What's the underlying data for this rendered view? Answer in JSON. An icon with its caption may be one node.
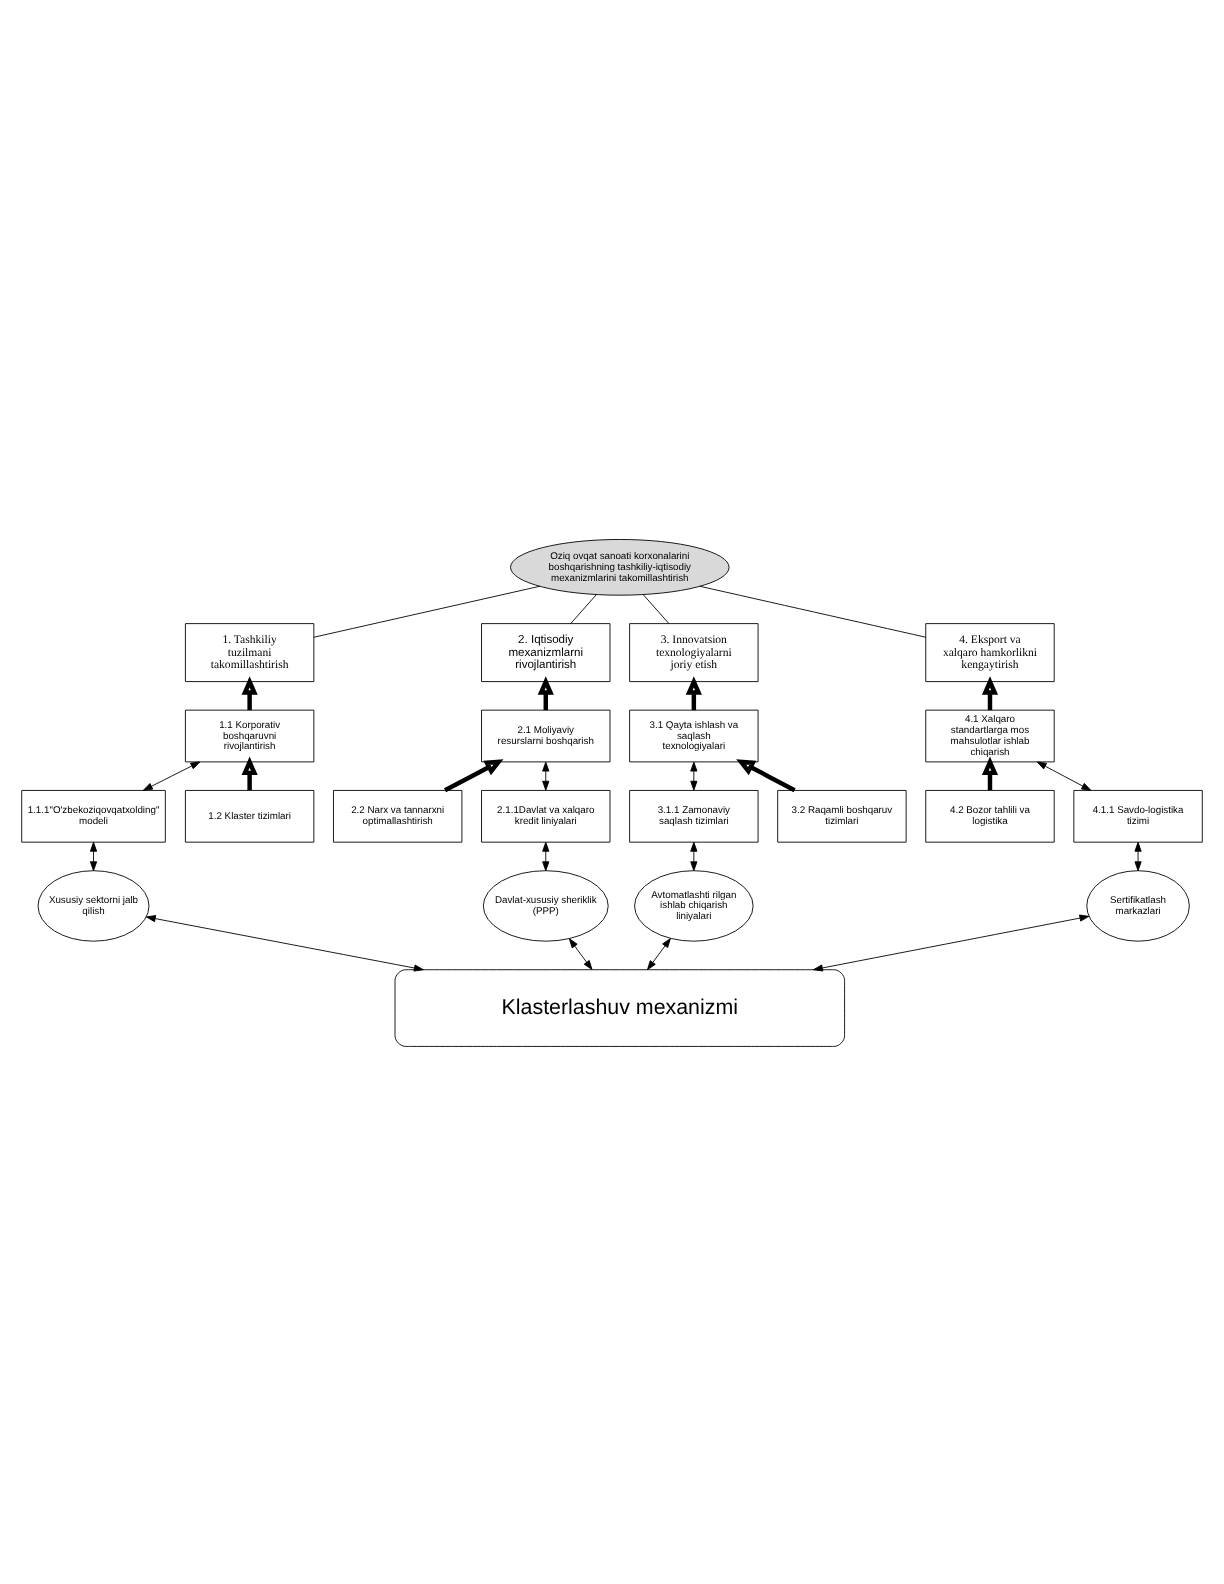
{
  "diagram": {
    "nodes": [
      {
        "text": [
          "Oziq ovqat sanoati korxonalarini boshqarishning tashkiliy-iqtisodiy mexanizmlarini takomillashtirish"
        ]
      },
      {
        "text": [
          "1. Tashkiliy tuzilmani takomillashtirish"
        ]
      },
      {
        "text": [
          "2. Iqtisodiy mexanizmlarni rivojlantirish"
        ]
      },
      {
        "text": [
          "3. Innovatsion texnologiyalarni joriy etish"
        ]
      },
      {
        "text": [
          "4. Eksport va xalqaro hamkorlikni kengaytirish"
        ]
      },
      {
        "text": [
          "1.1 Korporativ boshqaruvni rivojlantirish"
        ]
      },
      {
        "text": [
          "2.1 Moliyaviy resurslarni boshqarish"
        ]
      },
      {
        "text": [
          "3.1 Qayta ishlash va saqlash texnologiyalari"
        ]
      },
      {
        "text": [
          "4.1 Xalqaro standartlarga mos mahsulotlar ishlab chiqarish"
        ]
      },
      {
        "text": [
          "1.2 Klaster tizimlari"
        ]
      },
      {
        "text": [
          "2.2 Narx va tannarxni optimallashtirish"
        ]
      },
      {
        "text": [
          "3.2 Raqamli boshqaruv tizimlari"
        ]
      },
      {
        "text": [
          "4.2 Bozor tahlili va logistika"
        ]
      },
      {
        "text": [
          "1.1.1\"O'zbekoziqovqatxolding\" modeli"
        ]
      },
      {
        "text": [
          "2.1.1Davlat va xalqaro kredit liniyalari"
        ]
      },
      {
        "text": [
          "3.1.1 Zamonaviy saqlash tizimlari"
        ]
      },
      {
        "text": [
          "4.1.1 Savdo-logistika tizimi"
        ]
      },
      {
        "text": [
          "Xususiy sektorni jalb qilish"
        ]
      },
      {
        "text": [
          "Davlat-xususiy sheriklik (PPP)"
        ]
      },
      {
        "text": [
          "Avtomatlashti rilgan ishlab chiqarish liniyalari"
        ]
      },
      {
        "text": [
          "Sertifikatlash markazlari"
        ]
      },
      {
        "text": [
          "Klasterlashuv mexanizmi"
        ]
      }
    ],
    "edges": [
      {
        "from": 1,
        "to": 0,
        "arrow": "none"
      },
      {
        "from": 2,
        "to": 0,
        "arrow": "none"
      },
      {
        "from": 3,
        "to": 0,
        "arrow": "none"
      },
      {
        "from": 4,
        "to": 0,
        "arrow": "none"
      },
      {
        "from": 5,
        "to": 1,
        "arrow": "to",
        "style": "thick"
      },
      {
        "from": 6,
        "to": 2,
        "arrow": "to",
        "style": "thick"
      },
      {
        "from": 7,
        "to": 3,
        "arrow": "to",
        "style": "thick"
      },
      {
        "from": 8,
        "to": 4,
        "arrow": "to",
        "style": "thick"
      },
      {
        "from": 9,
        "to": 5,
        "arrow": "to",
        "style": "thick"
      },
      {
        "from": 10,
        "to": 6,
        "arrow": "to",
        "style": "thick"
      },
      {
        "from": 11,
        "to": 7,
        "arrow": "to",
        "style": "thick"
      },
      {
        "from": 12,
        "to": 8,
        "arrow": "to",
        "style": "thick"
      },
      {
        "from": 5,
        "to": 13,
        "arrow": "both"
      },
      {
        "from": 6,
        "to": 14,
        "arrow": "both"
      },
      {
        "from": 7,
        "to": 15,
        "arrow": "both"
      },
      {
        "from": 8,
        "to": 16,
        "arrow": "both"
      },
      {
        "from": 13,
        "to": 17,
        "arrow": "both"
      },
      {
        "from": 14,
        "to": 18,
        "arrow": "both"
      },
      {
        "from": 15,
        "to": 19,
        "arrow": "both"
      },
      {
        "from": 16,
        "to": 20,
        "arrow": "both"
      },
      {
        "from": 17,
        "to": 21,
        "arrow": "both"
      },
      {
        "from": 18,
        "to": 21,
        "arrow": "both"
      },
      {
        "from": 19,
        "to": 21,
        "arrow": "both"
      },
      {
        "from": 20,
        "to": 21,
        "arrow": "both"
      }
    ]
  }
}
